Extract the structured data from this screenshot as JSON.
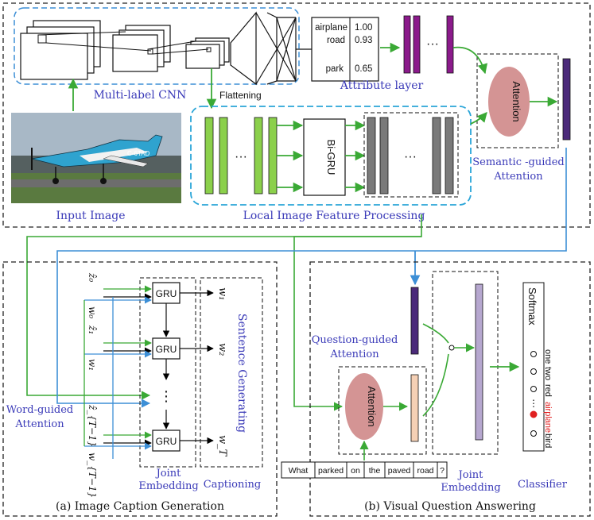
{
  "colors": {
    "green": "#3aa935",
    "blue": "#3d8fd6",
    "blue_label": "#3a3ab8",
    "purple": "#8b1a8b",
    "dark_purple": "#4b2a7a",
    "attention_fill": "#d49494",
    "feature_green": "#8bd04b",
    "feature_gray": "#7a7a7a",
    "peach": "#f5d0b5",
    "lavender": "#b6a7cf",
    "answer_red": "#e02020"
  },
  "top": {
    "cnn_label": "Multi-label CNN",
    "flattening_label": "Flattening",
    "attribute_layer_label": "Attribute layer",
    "input_image_label": "Input Image",
    "plane_tail": "C-6TAD",
    "bigru_label": "Bi-GRU",
    "local_feature_label": "Local Image Feature Processing",
    "attention_label": "Attention",
    "semantic_attention_label_1": "Semantic -guided",
    "semantic_attention_label_2": "Attention",
    "ellipsis": "···",
    "attributes": [
      {
        "name": "airplane",
        "score": "1.00"
      },
      {
        "name": "road",
        "score": "0.93"
      },
      {
        "name": "park",
        "score": "0.65"
      }
    ]
  },
  "caption": {
    "gru_label": "GRU",
    "vdots": "⋮",
    "inputs": [
      "ẑ₀",
      "w₀",
      "ẑ₁",
      "w₁",
      "ẑ_{T−1}",
      "w_{T−1}"
    ],
    "outputs": [
      "w₁",
      "w₂",
      "w_T"
    ],
    "sentence_generating_label": "Sentence Generating",
    "joint_embedding_1": "Joint",
    "joint_embedding_2": "Embedding",
    "captioning_label": "Captioning",
    "word_guided_1": "Word-guided",
    "word_guided_2": "Attention",
    "section_title": "(a) Image Caption Generation"
  },
  "vqa": {
    "question_guided_1": "Question-guided",
    "question_guided_2": "Attention",
    "attention_label": "Attention",
    "question_words": [
      "What",
      "parked",
      "on",
      "the",
      "paved",
      "road",
      "?"
    ],
    "joint_embedding_1": "Joint",
    "joint_embedding_2": "Embedding",
    "softmax_label": "Softmax",
    "classes": [
      "one",
      "two",
      "red",
      "airplane",
      "bird"
    ],
    "classifier_label": "Classifier",
    "section_title": "(b) Visual Question Answering"
  }
}
